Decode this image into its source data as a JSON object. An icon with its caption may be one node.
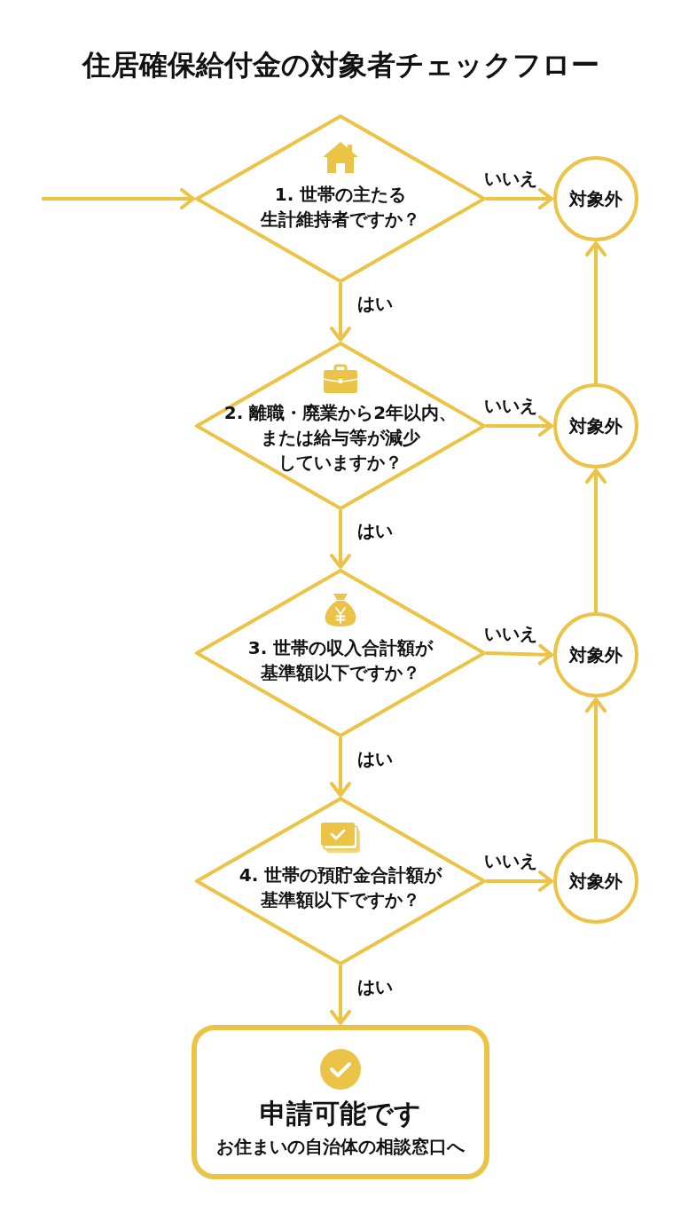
{
  "diagram": {
    "title": "住居確保給付金の対象者チェックフロー",
    "nodes": [
      {
        "text": [
          "1. 世帯の主たる生計維持者ですか？"
        ]
      },
      {
        "text": [
          "対象外"
        ]
      },
      {
        "text": [
          "2. 離職・廃業から2年以内、または給与等が減少していますか？"
        ]
      },
      {
        "text": [
          "対象外"
        ]
      },
      {
        "text": [
          "3. 世帯の収入合計額が基準額以下ですか？"
        ]
      },
      {
        "text": [
          "対象外"
        ]
      },
      {
        "text": [
          "4. 世帯の預貯金合計額が基準額以下ですか？"
        ]
      },
      {
        "text": [
          "対象外"
        ]
      },
      {
        "text": [
          "申請可能です",
          "お住まいの自治体の相談窓口へ"
        ]
      }
    ],
    "edges": [
      {
        "from": null,
        "to": 0,
        "arrow": "to"
      },
      {
        "from": 0,
        "to": 1,
        "arrow": "to",
        "label": "いいえ"
      },
      {
        "from": 0,
        "to": 2,
        "arrow": "to",
        "label": "はい"
      },
      {
        "from": 2,
        "to": 3,
        "arrow": "to",
        "label": "いいえ"
      },
      {
        "from": 2,
        "to": 4,
        "arrow": "to",
        "label": "はい"
      },
      {
        "from": 3,
        "to": 1,
        "arrow": "to"
      },
      {
        "from": 4,
        "to": 5,
        "arrow": "to",
        "label": "いいえ"
      },
      {
        "from": 4,
        "to": 6,
        "arrow": "to",
        "label": "はい"
      },
      {
        "from": 5,
        "to": 3,
        "arrow": "to"
      },
      {
        "from": 6,
        "to": 7,
        "arrow": "to",
        "label": "いいえ"
      },
      {
        "from": 6,
        "to": 8,
        "arrow": "to",
        "label": "はい"
      },
      {
        "from": 7,
        "to": 5,
        "arrow": "to"
      }
    ]
  }
}
